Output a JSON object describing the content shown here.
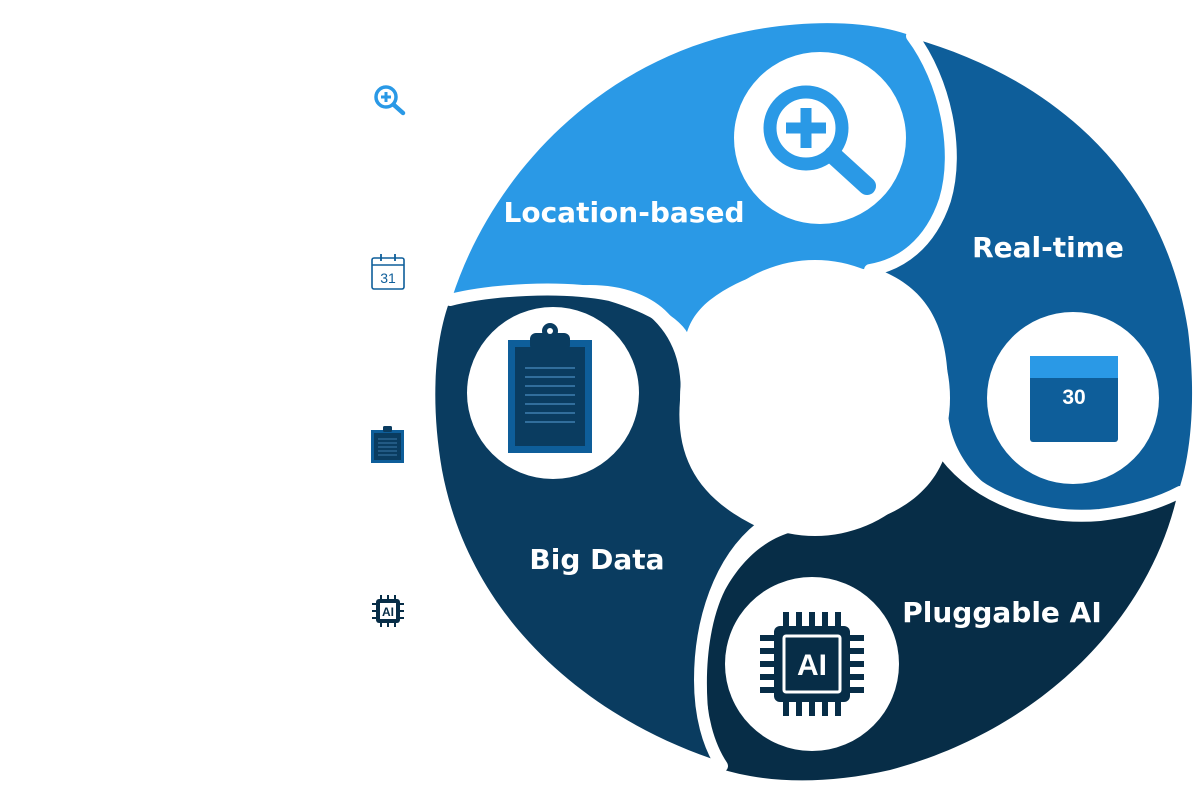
{
  "colors": {
    "light_blue": "#2a99e6",
    "mid_blue": "#0e5e9a",
    "dark_blue": "#0a3c60",
    "darkest_blue": "#072d47",
    "white": "#ffffff"
  },
  "segments": [
    {
      "id": "location",
      "label": "Location-based",
      "icon": "zoom-in-icon"
    },
    {
      "id": "realtime",
      "label": "Real-time",
      "icon": "calendar-icon",
      "icon_text": "30"
    },
    {
      "id": "ai",
      "label": "Pluggable AI",
      "icon": "ai-chip-icon",
      "icon_text": "AI"
    },
    {
      "id": "bigdata",
      "label": "Big Data",
      "icon": "clipboard-icon"
    }
  ],
  "legend_icons": [
    {
      "icon": "zoom-in-icon"
    },
    {
      "icon": "calendar-icon",
      "text": "31"
    },
    {
      "icon": "clipboard-icon"
    },
    {
      "icon": "ai-chip-icon",
      "text": "AI"
    }
  ]
}
